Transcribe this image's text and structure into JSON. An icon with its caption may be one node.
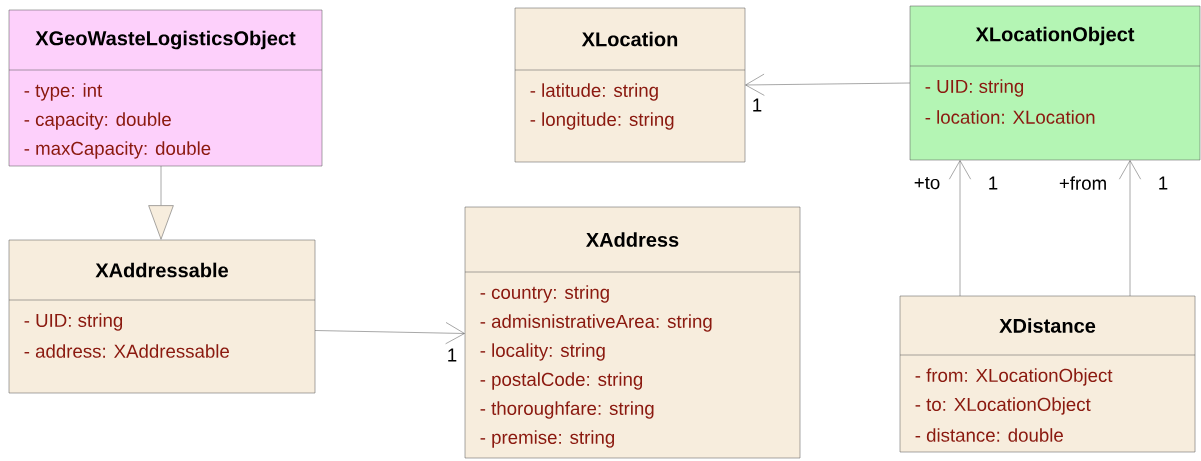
{
  "diagram": {
    "nodes": [
      {
        "text": [
          "XGeoWasteLogisticsObject",
          "- type: int",
          "- capacity: double",
          "- maxCapacity: double"
        ]
      },
      {
        "text": [
          "XLocation",
          "- latitude: string",
          "- longitude: string"
        ]
      },
      {
        "text": [
          "XLocationObject",
          "- UID: string",
          "- location: XLocation"
        ]
      },
      {
        "text": [
          "XAddressable",
          "- UID: string",
          "- address: XAddressable"
        ]
      },
      {
        "text": [
          "XAddress",
          "- country: string",
          "- admisnistrativeArea: string",
          "- locality: string",
          "- postalCode: string",
          "- thoroughfare: string",
          "- premise: string"
        ]
      },
      {
        "text": [
          "XDistance",
          "- from: XLocationObject",
          "- to: XLocationObject",
          "- distance: double"
        ]
      }
    ],
    "edges": [
      {
        "from": 0,
        "to": 3,
        "arrow": "to"
      },
      {
        "from": 3,
        "to": 4,
        "arrow": "to"
      },
      {
        "from": 2,
        "to": 1,
        "arrow": "to"
      },
      {
        "from": 5,
        "to": 2,
        "arrow": "to",
        "label": "+to"
      },
      {
        "from": 5,
        "to": 2,
        "arrow": "to",
        "label": "+from"
      }
    ],
    "labels": [
      "1",
      "1",
      "1",
      "1"
    ]
  }
}
